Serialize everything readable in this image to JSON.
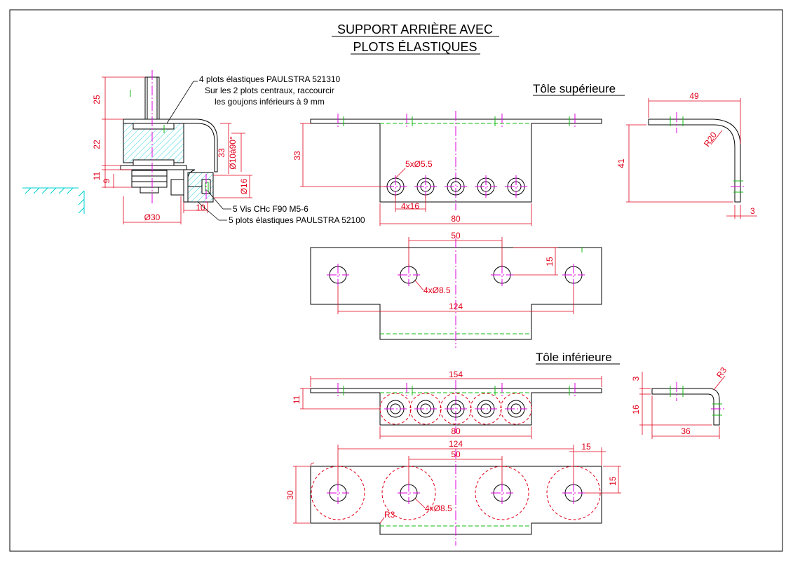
{
  "title": {
    "line1": "SUPPORT ARRIÈRE AVEC",
    "line2": "PLOTS ÉLASTIQUES"
  },
  "section_view": {
    "notes": {
      "top_line1": "4 plots élastiques PAULSTRA 521310",
      "top_line2": "Sur les 2 plots centraux, raccourcir",
      "top_line3": "les goujons inférieurs à 9 mm",
      "screws": "5 Vis CHc F90 M5-6",
      "bottom": "5 plots élastiques PAULSTRA 52100"
    },
    "dims": {
      "d25": "25",
      "d22": "22",
      "d11": "11",
      "d9": "9",
      "d33": "33",
      "d_angle": "Ø10à90°",
      "d_phi16": "Ø16",
      "d10": "10",
      "d_phi30": "Ø30"
    }
  },
  "upper_plate": {
    "label": "Tôle supérieure",
    "dims": {
      "holes5": "5xØ5.5",
      "pitch": "4x16",
      "h33": "33",
      "w80": "80",
      "side49": "49",
      "side41": "41",
      "r20": "R20",
      "t3": "3",
      "c50": "50",
      "h15": "15",
      "holes4": "4xØ8.5",
      "c124": "124"
    }
  },
  "lower_plate": {
    "label": "Tôle inférieure",
    "dims": {
      "w154": "154",
      "h11": "11",
      "w80": "80",
      "r3": "R3",
      "t3": "3",
      "h16": "16",
      "w36": "36",
      "c124": "124",
      "w15": "15",
      "c50": "50",
      "h30": "30",
      "h15": "15",
      "r3b": "R3",
      "holes4": "4xØ8.5"
    }
  }
}
